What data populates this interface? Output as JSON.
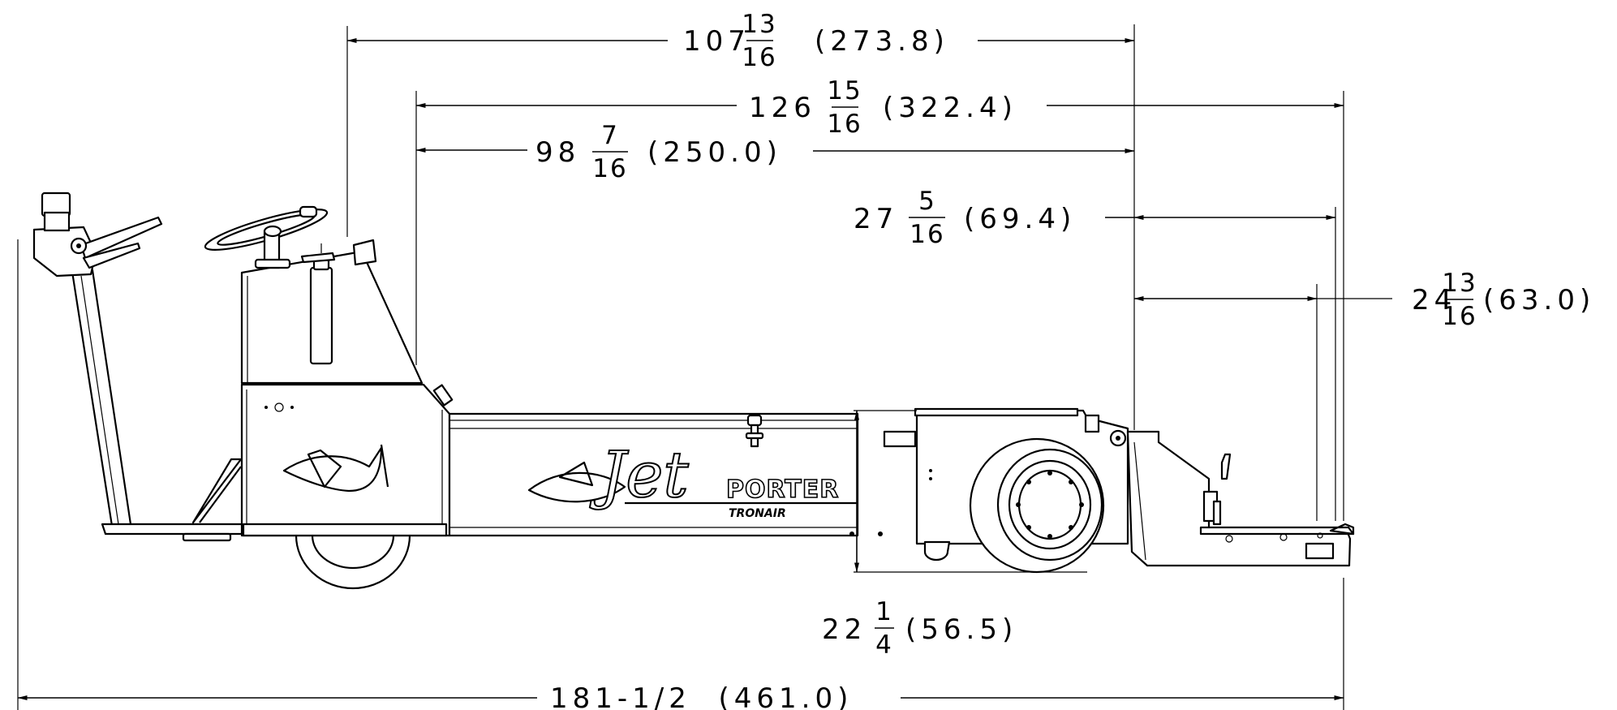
{
  "dimensions": {
    "overall_length": {
      "text": "181-1/2  (461.0)"
    },
    "d1": {
      "whole": "107",
      "num": "13",
      "den": "16",
      "metric": "(273.8)"
    },
    "d2": {
      "whole": "126",
      "num": "15",
      "den": "16",
      "metric": "(322.4)"
    },
    "d3": {
      "whole": "98",
      "num": "7",
      "den": "16",
      "metric": "(250.0)"
    },
    "d4": {
      "whole": "27",
      "num": "5",
      "den": "16",
      "metric": "(69.4)"
    },
    "d5": {
      "whole": "24",
      "num": "13",
      "den": "16",
      "metric": "(63.0)"
    },
    "d6": {
      "whole": "22",
      "num": "1",
      "den": "4",
      "metric": "(56.5)"
    }
  },
  "vehicle": {
    "logo_main": "Jet",
    "logo_porter": "PORTER",
    "logo_brand": "TRONAIR"
  }
}
